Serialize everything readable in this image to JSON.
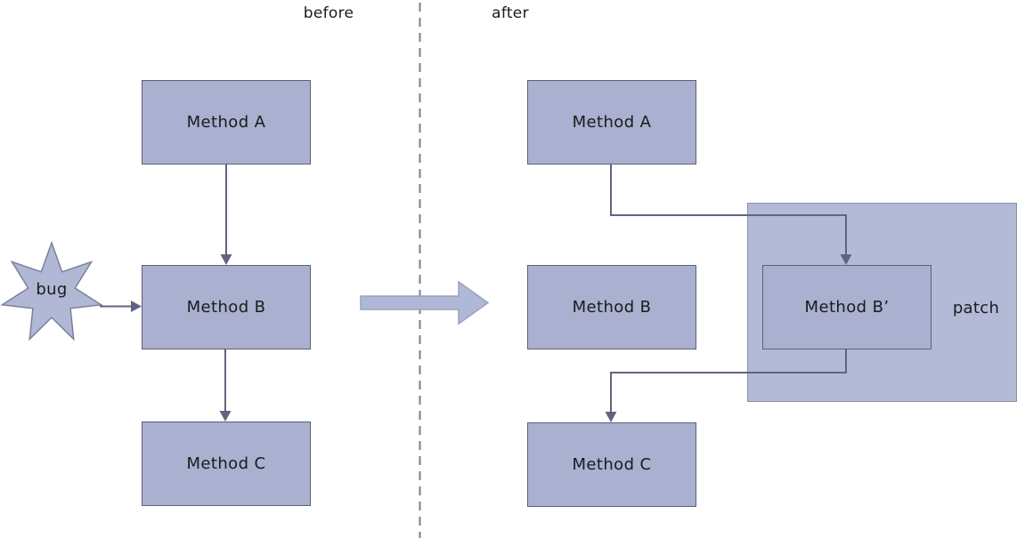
{
  "header": {
    "before_label": "before",
    "after_label": "after"
  },
  "before_panel": {
    "method_a": "Method A",
    "method_b": "Method B",
    "method_c": "Method C",
    "bug_label": "bug"
  },
  "after_panel": {
    "method_a": "Method A",
    "method_b": "Method B",
    "method_c": "Method C",
    "method_b_prime": "Method B’",
    "patch_label": "patch"
  },
  "colors": {
    "background": "#ffffff",
    "node_fill": "#a9b0d0",
    "node_border": "#5d5f7a",
    "patch_fill": "#b3bad7",
    "patch_border": "#8a90a6",
    "star_fill": "#b1b8d5",
    "star_border": "#7b8099",
    "transform_arrow_fill": "#b0b8d8",
    "transform_arrow_border": "#99a1c4",
    "connector": "#63637f",
    "divider": "#7d7d8c",
    "text": "#1b1b1b"
  }
}
